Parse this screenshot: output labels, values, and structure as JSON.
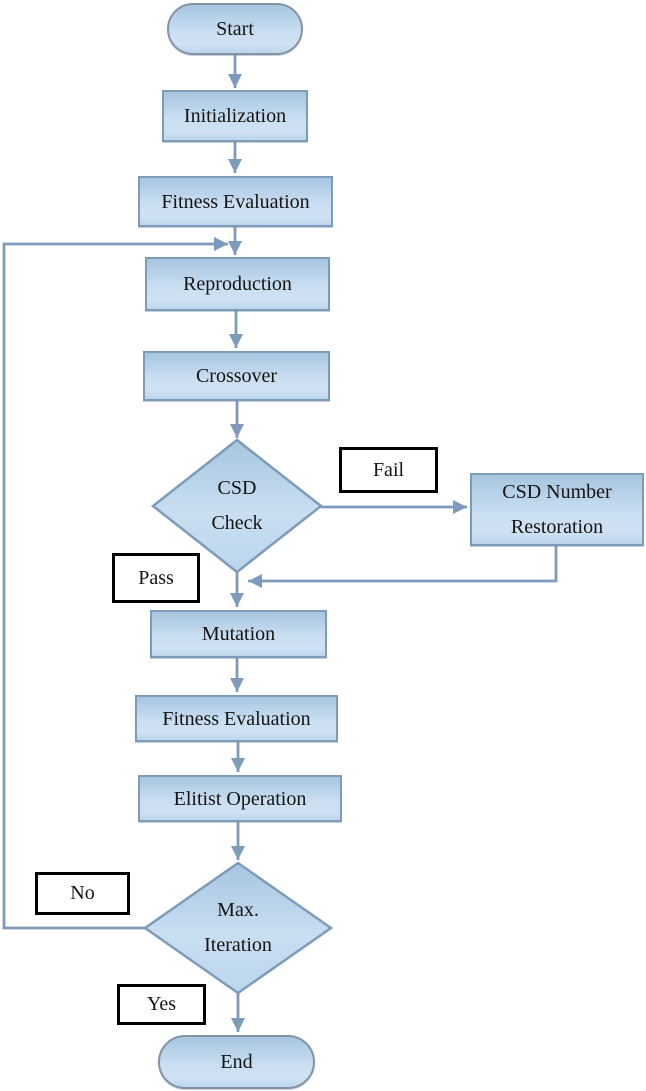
{
  "diagram": {
    "type": "flowchart",
    "nodes": {
      "start": "Start",
      "initialization": "Initialization",
      "fitness_evaluation_1": "Fitness Evaluation",
      "reproduction": "Reproduction",
      "crossover": "Crossover",
      "csd_check": "CSD\nCheck",
      "csd_number_restoration": "CSD Number\nRestoration",
      "mutation": "Mutation",
      "fitness_evaluation_2": "Fitness Evaluation",
      "elitist_operation": "Elitist Operation",
      "max_iteration": "Max.\nIteration",
      "end": "End"
    },
    "edge_labels": {
      "fail": "Fail",
      "pass": "Pass",
      "no": "No",
      "yes": "Yes"
    },
    "colors": {
      "shape_fill_top": "#a7c5e0",
      "shape_fill_mid": "#c9def1",
      "shape_fill_bottom": "#bcd6ec",
      "shape_border": "#7d9cba",
      "terminal_border": "#8493a6",
      "connector": "#7e9abc",
      "label_border": "#000000",
      "text": "#141414",
      "bg": "#ffffff"
    }
  }
}
